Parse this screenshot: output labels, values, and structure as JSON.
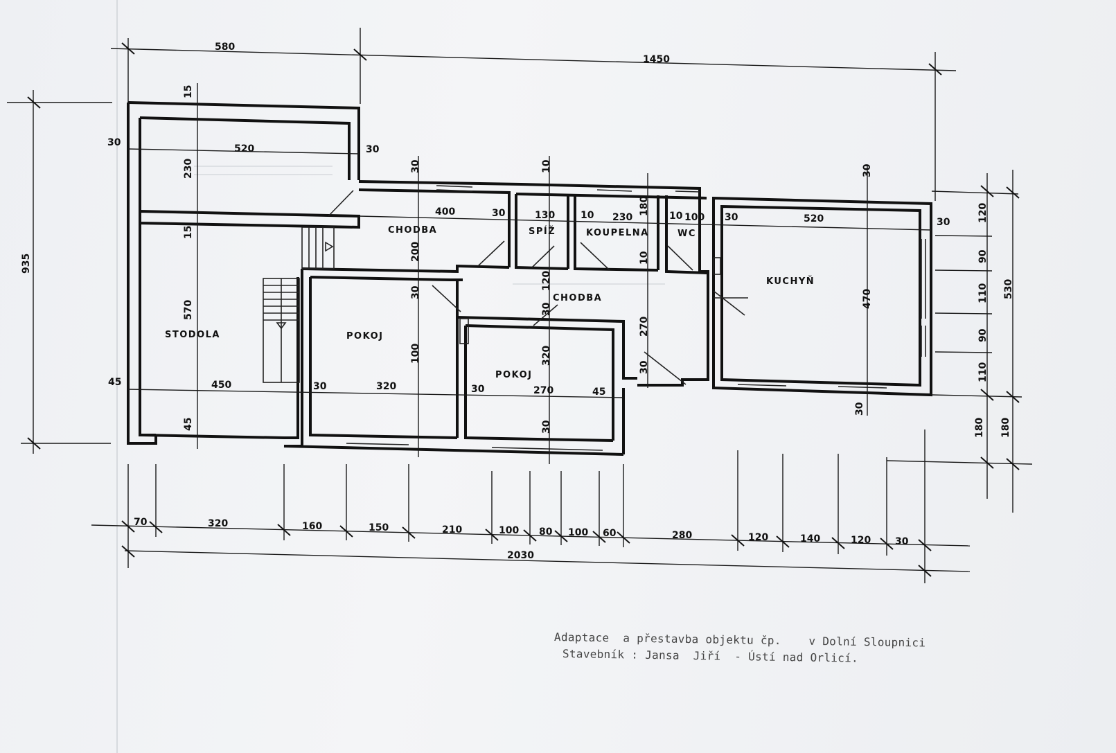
{
  "rooms": {
    "stodola": "STODOLA",
    "pokoj_left": "POKOJ",
    "pokoj_center": "POKOJ",
    "chodba_top": "CHODBA",
    "chodba_mid": "CHODBA",
    "spiz": "SPÍŽ",
    "koupelna": "KOUPELNA",
    "wc": "WC",
    "kuchyn": "KUCHYŇ"
  },
  "dimensions": {
    "top_580": "580",
    "top_1450": "1450",
    "left_935": "935",
    "barn_520": "520",
    "barn_230": "230",
    "wall_15_a": "15",
    "wall_15_b": "15",
    "wall_30_l": "30",
    "wall_30_r": "30",
    "stodola_570": "570",
    "stodola_450": "450",
    "stodola_45_l": "45",
    "stodola_45_b": "45",
    "chodba_400": "400",
    "chodba_30_top": "30",
    "chodba_200": "200",
    "pokoj_30_v": "30",
    "pokoj_100": "100",
    "pokoj_30_l": "30",
    "pokoj_320": "320",
    "spiz_30": "30",
    "spiz_130": "130",
    "spiz_10": "10",
    "koup_10": "10",
    "koup_230": "230",
    "koup_180": "180",
    "koup_10_b": "10",
    "wc_10": "10",
    "wc_100": "100",
    "chodba_120": "120",
    "chodba_30": "30",
    "chodba_270": "270",
    "chodba_30_b": "30",
    "pokoj2_30": "30",
    "pokoj2_270": "270",
    "pokoj2_45": "45",
    "pokoj2_320": "320",
    "pokoj2_30_b": "30",
    "kuch_30_l": "30",
    "kuch_520": "520",
    "kuch_30_r": "30",
    "kuch_30_top": "30",
    "kuch_470": "470",
    "kuch_30_b": "30",
    "right_120": "120",
    "right_90_a": "90",
    "right_110_a": "110",
    "right_90_b": "90",
    "right_110_b": "110",
    "right_530": "530",
    "right_180_a": "180",
    "right_180_b": "180",
    "bottom_chain": [
      "70",
      "320",
      "160",
      "150",
      "210",
      "100",
      "80",
      "100",
      "60",
      "280",
      "120",
      "140",
      "120",
      "30"
    ],
    "bottom_total": "2030"
  },
  "title_block": {
    "line1": "Adaptace  a přestavba objektu čp.    v Dolní Sloupnici",
    "line2": "Stavebník : Jansa  Jiří  - Ústí nad Orlicí."
  }
}
